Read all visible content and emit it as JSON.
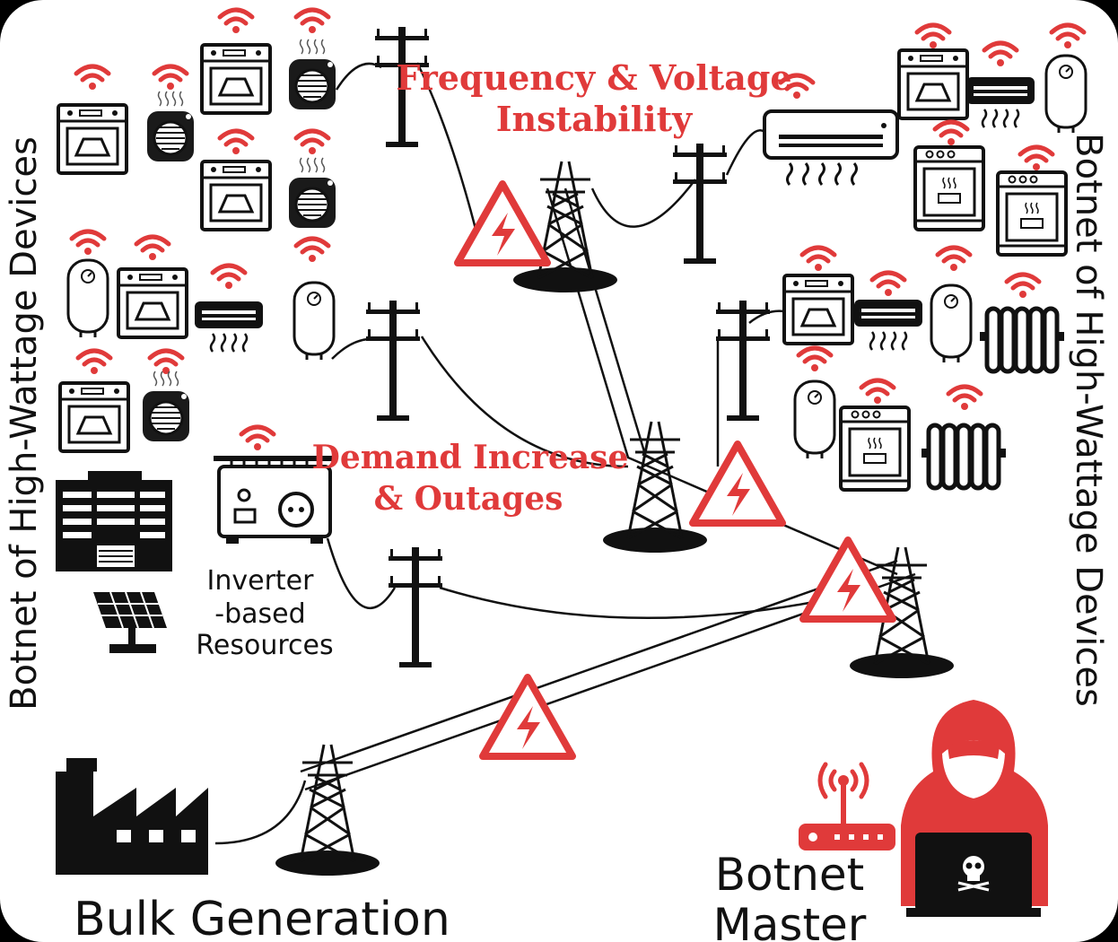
{
  "labels": {
    "frequency_line1": "Frequency & Voltage",
    "frequency_line2": "Instability",
    "demand_line1": "Demand Increase",
    "demand_line2": "& Outages",
    "inverter_line1": "Inverter",
    "inverter_line2": "-based",
    "inverter_line3": "Resources",
    "bulk_generation": "Bulk Generation",
    "botnet_line1": "Botnet",
    "botnet_line2": "Master",
    "left_side": "Botnet of High-Wattage Devices",
    "right_side": "Botnet of High-Wattage Devices"
  },
  "colors": {
    "alert_red": "#e03a3a",
    "ink": "#111111"
  }
}
